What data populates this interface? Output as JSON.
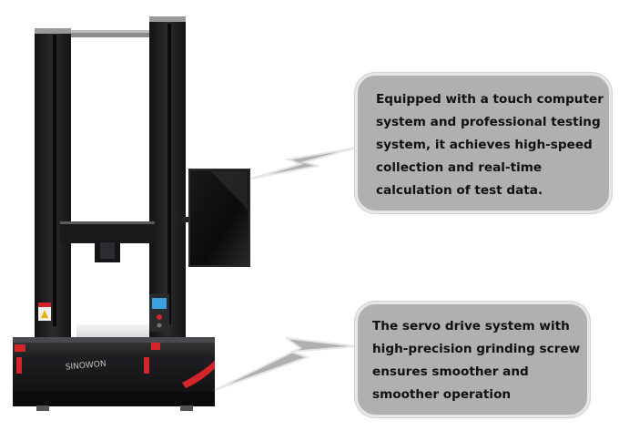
{
  "machine": {
    "brand_label": "SINOWON",
    "status_screen_color": "#3aa0e0"
  },
  "callouts": [
    {
      "lines": [
        "Equipped with a touch computer",
        "system and professional testing",
        "system, it achieves high-speed",
        "collection and real-time",
        "calculation of test data."
      ]
    },
    {
      "lines": [
        "The servo drive system with",
        "high-precision grinding screw",
        "ensures smoother and",
        "smoother operation"
      ]
    }
  ],
  "colors": {
    "frame": "#1c1c1e",
    "accent_red": "#d3262a",
    "callout_fill": "#b0b0b0",
    "callout_border": "#e6e6e6"
  }
}
